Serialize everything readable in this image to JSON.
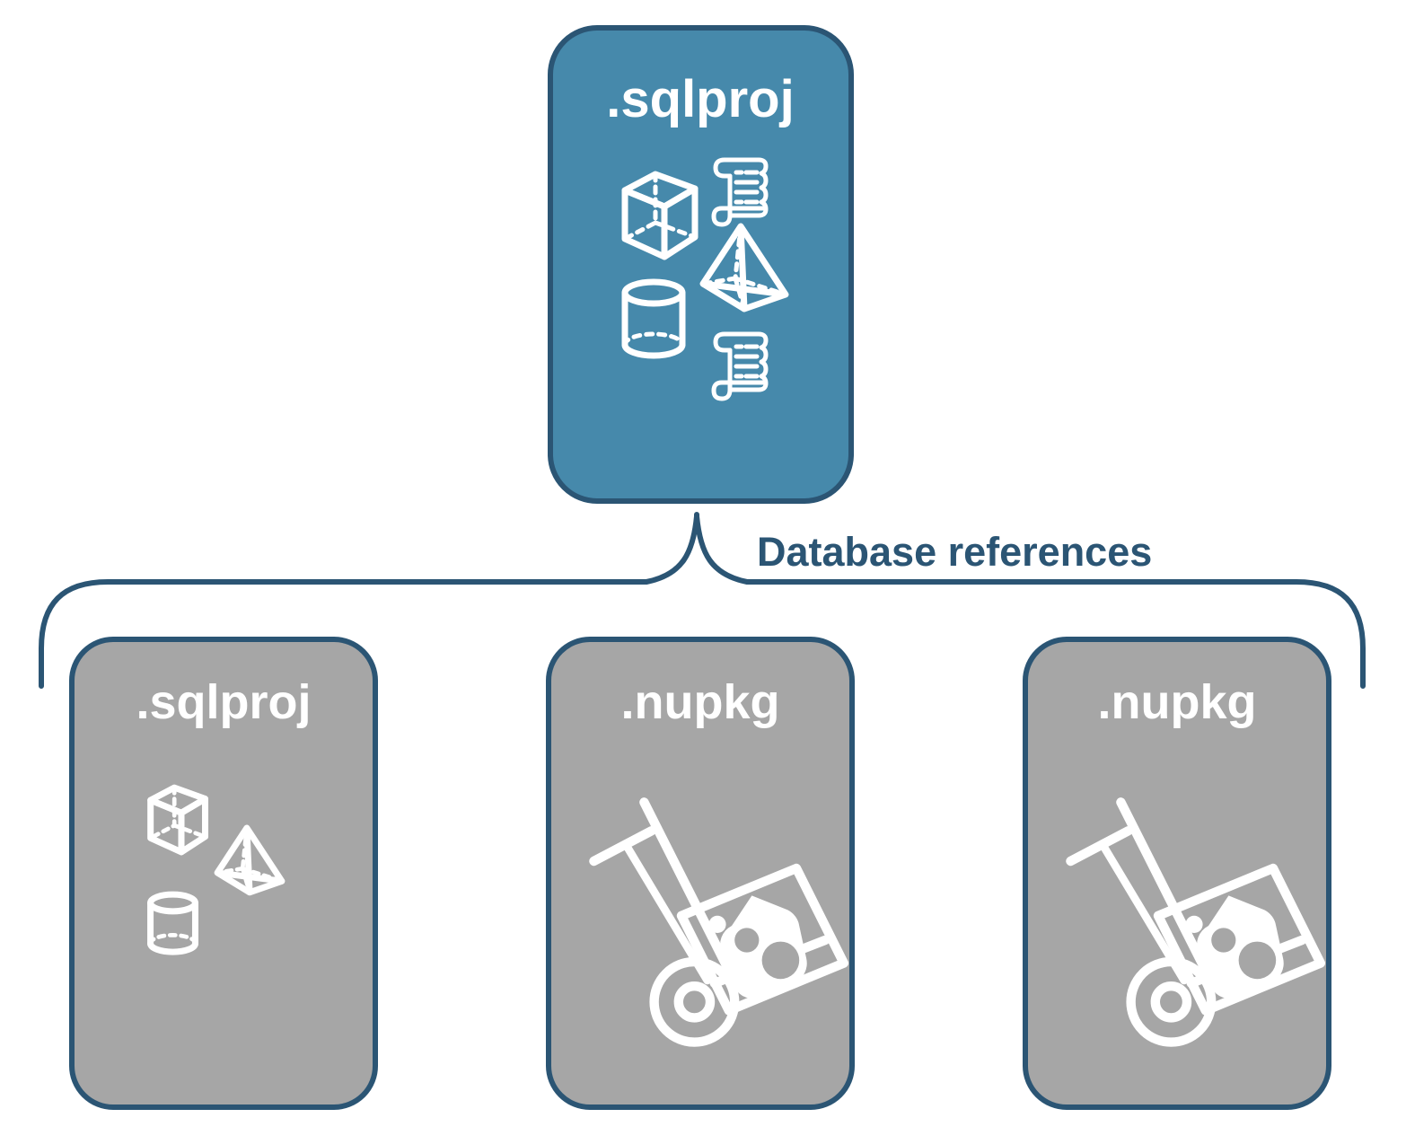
{
  "diagram": {
    "title_text": "Database references",
    "colors": {
      "primary_fill": "#4689ab",
      "secondary_fill": "#a6a6a6",
      "stroke": "#2b5574",
      "label_text": "#ffffff",
      "brace_label_text": "#2b5574",
      "background": "#ffffff"
    },
    "root": {
      "label": ".sqlproj",
      "kind": "sqlproj",
      "fill": "#4689ab",
      "icons": [
        "cube-icon",
        "scroll-icon",
        "pyramid-icon",
        "cylinder-icon",
        "scroll-icon"
      ]
    },
    "connector": {
      "label": "Database references",
      "kind": "curly-brace"
    },
    "references": [
      {
        "label": ".sqlproj",
        "kind": "sqlproj",
        "fill": "#a6a6a6",
        "icons": [
          "cube-icon",
          "pyramid-icon",
          "cylinder-icon"
        ]
      },
      {
        "label": ".nupkg",
        "kind": "nupkg",
        "fill": "#a6a6a6",
        "icons": [
          "hand-truck-icon",
          "nuget-package-icon"
        ]
      },
      {
        "label": ".nupkg",
        "kind": "nupkg",
        "fill": "#a6a6a6",
        "icons": [
          "hand-truck-icon",
          "nuget-package-icon"
        ]
      }
    ]
  }
}
